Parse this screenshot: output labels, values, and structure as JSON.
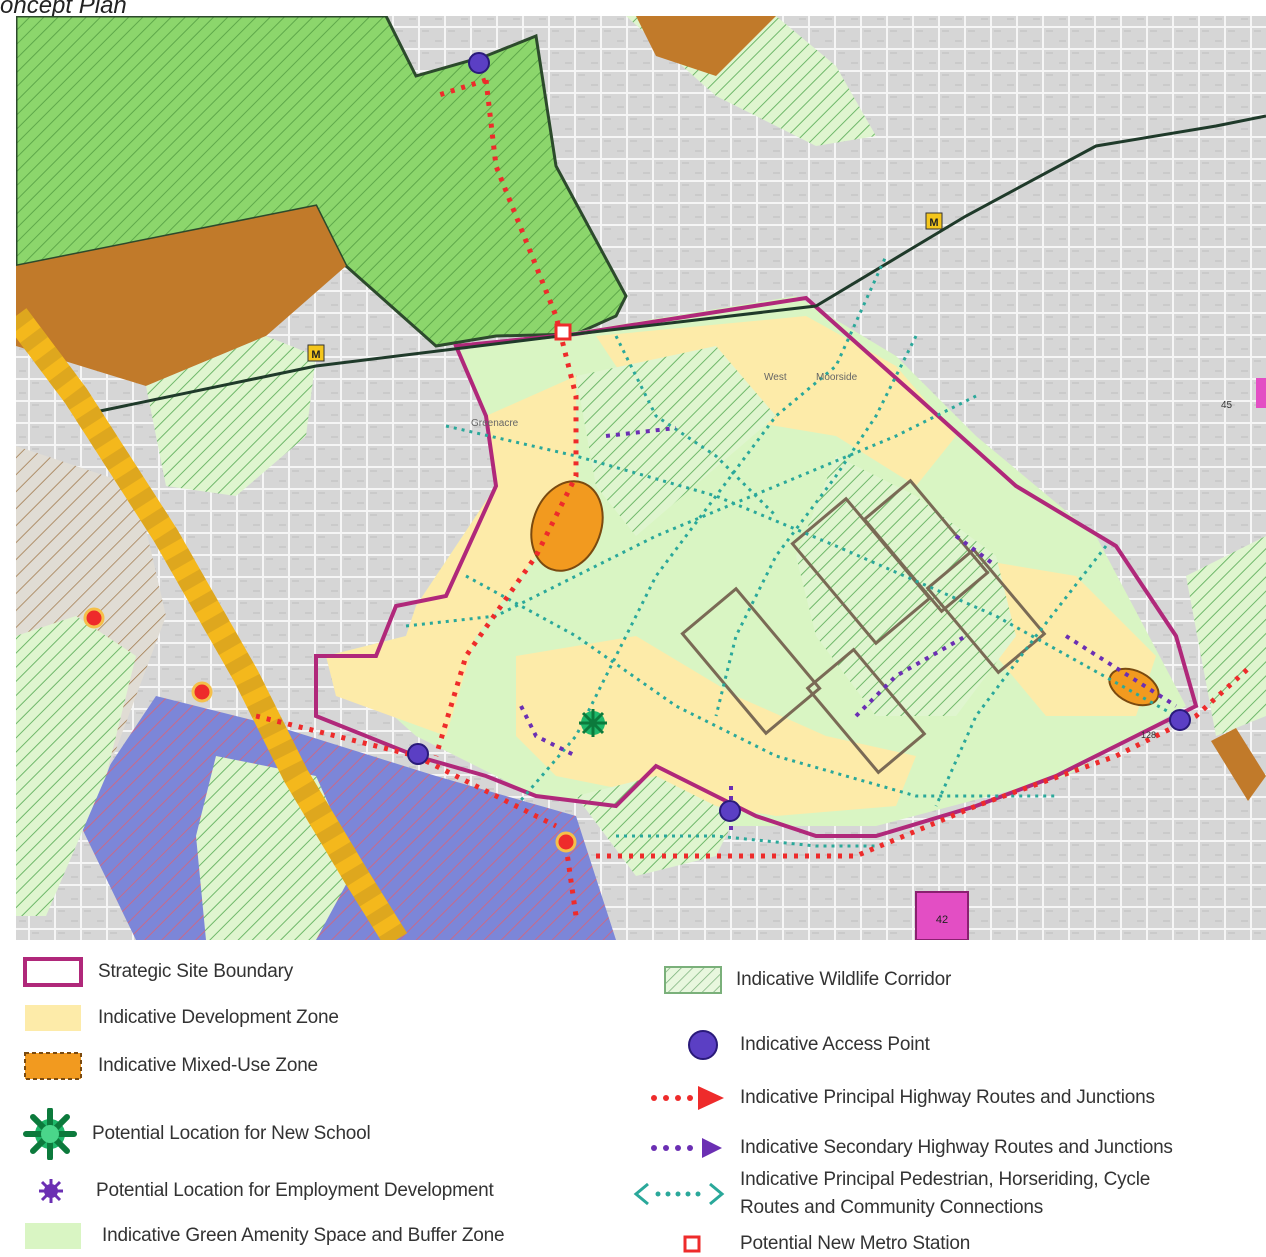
{
  "caption": "oncept Plan",
  "map": {
    "labels": {
      "wildlife_label_1": "West",
      "wildlife_label_2": "Moorside",
      "west_area": "Greenacre",
      "road_45": "45",
      "road_42": "42",
      "road_128": "128",
      "metro_m": "M"
    },
    "colors": {
      "grey_urban": "#d4d4d4",
      "green_amenity": "#d9f5c3",
      "dev_zone": "#fdeba9",
      "mixed_use": "#f29a1f",
      "dark_green": "#8cd66c",
      "boundary": "#b0287a",
      "principal": "#ee2b2b",
      "secondary": "#6b2fb3",
      "pedestrian": "#2aa89a",
      "blue_zone": "#7c86d8",
      "brown": "#c17a2a",
      "yellow_route": "#f4b81c"
    }
  },
  "legend": {
    "site_boundary": "Strategic Site Boundary",
    "dev_zone": "Indicative Development Zone",
    "mixed_use": "Indicative Mixed-Use Zone",
    "school": "Potential Location for New School",
    "employment": "Potential Location for Employment Development",
    "green_amenity": "Indicative Green Amenity Space and Buffer Zone",
    "wildlife": "Indicative Wildlife Corridor",
    "access": "Indicative Access Point",
    "principal": "Indicative Principal Highway Routes and Junctions",
    "secondary": "Indicative Secondary Highway Routes and Junctions",
    "pedestrian_line1": "Indicative Principal Pedestrian, Horseriding, Cycle",
    "pedestrian_line2": "Routes and Community Connections",
    "metro": "Potential New Metro Station"
  }
}
